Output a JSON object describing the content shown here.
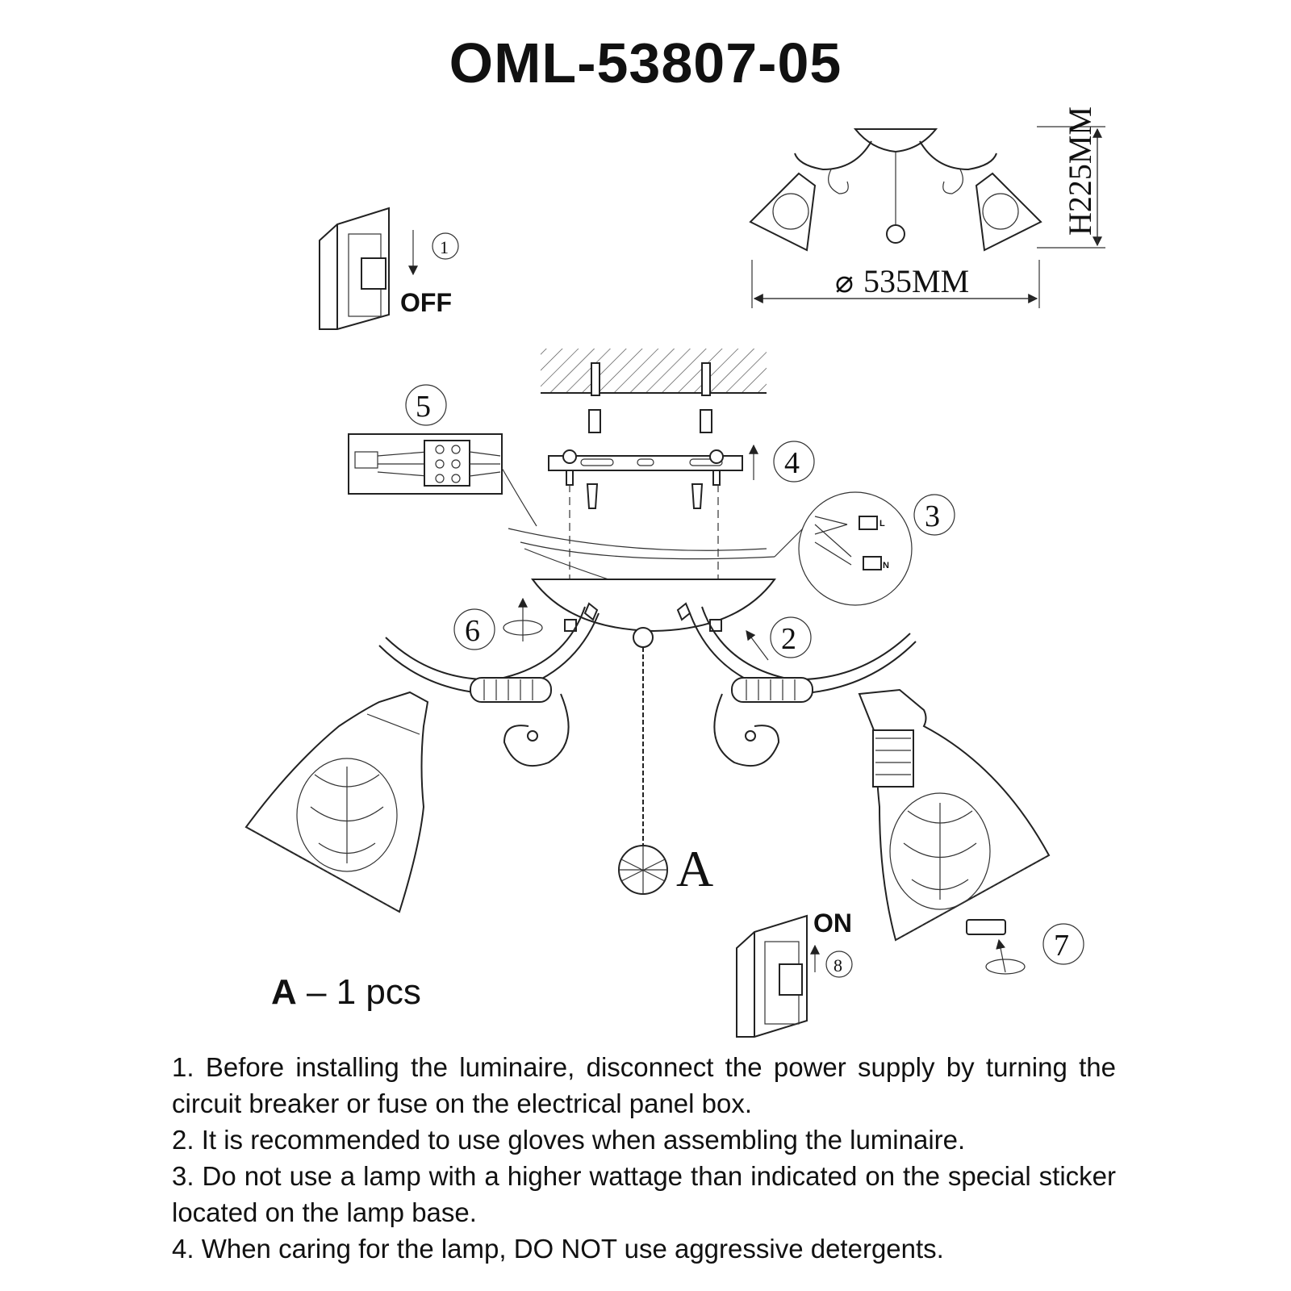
{
  "title": "OML-53807-05",
  "dimensions": {
    "height_label": "H225MM",
    "diameter_label": "535MM",
    "diameter_symbol": "⌀"
  },
  "steps": {
    "s1": "1",
    "s2": "2",
    "s3": "3",
    "s4": "4",
    "s5": "5",
    "s6": "6",
    "s7": "7",
    "s8": "8"
  },
  "switch_labels": {
    "off": "OFF",
    "on": "ON"
  },
  "wire_labels": {
    "live": "L",
    "neutral": "N"
  },
  "part_letter": "A",
  "parts_list": {
    "letter": "A",
    "text": " – 1 pcs"
  },
  "notes": [
    "1. Before installing the luminaire, disconnect the power supply by turning the circuit breaker or fuse on the electrical panel box.",
    "2. It is recommended to use gloves when assembling the luminaire.",
    "3. Do not use a lamp with a higher wattage than indicated on the special sticker located on the lamp base.",
    "4. When caring for the lamp, DO NOT use aggressive detergents."
  ]
}
